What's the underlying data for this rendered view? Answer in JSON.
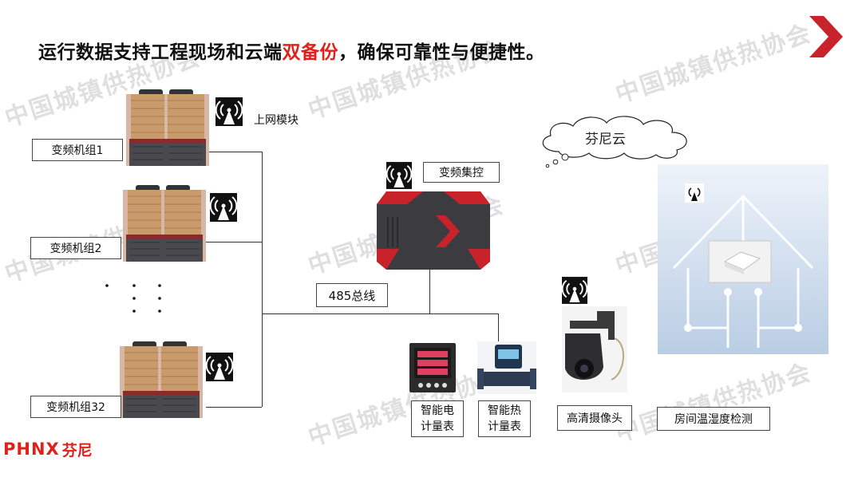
{
  "title": {
    "part1": "运行数据支持工程现场和云端",
    "highlight": "双备份",
    "part2": "，确保可靠性与便捷性。"
  },
  "watermark": "中国城镇供热协会",
  "units": [
    {
      "label": "变频机组1"
    },
    {
      "label": "变频机组2"
    },
    {
      "label": "变频机组32"
    }
  ],
  "network_module_label": "上网模块",
  "controller_label": "变频集控",
  "bus_label": "485总线",
  "cloud_label": "芬尼云",
  "devices": {
    "power_meter": "智能电\n计量表",
    "heat_meter": "智能热\n计量表",
    "camera": "高清摄像头",
    "room_sensor": "房间温湿度检测"
  },
  "logo": {
    "latin": "PHNX",
    "cn": "芬尼"
  },
  "colors": {
    "accent": "#e0211b",
    "line": "#333333"
  },
  "icons": [
    "wireless-antenna-icon",
    "chevron-right-icon"
  ]
}
